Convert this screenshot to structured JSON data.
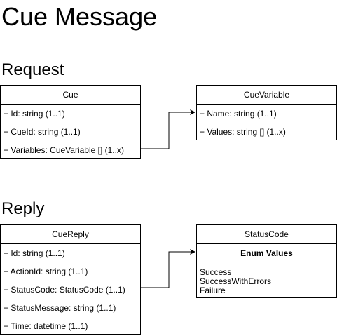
{
  "title": "Cue Message",
  "request": {
    "heading": "Request",
    "cue": {
      "name": "Cue",
      "fields": [
        "+ Id: string (1..1)",
        "+ CueId: string (1..1)",
        "+ Variables: CueVariable [] (1..x)"
      ]
    },
    "cue_variable": {
      "name": "CueVariable",
      "fields": [
        "+ Name: string (1..1)",
        "+ Values: string [] (1..x)"
      ]
    }
  },
  "reply": {
    "heading": "Reply",
    "cue_reply": {
      "name": "CueReply",
      "fields": [
        "+ Id: string (1..1)",
        "+ ActionId: string (1..1)",
        "+ StatusCode: StatusCode (1..1)",
        "+ StatusMessage: string (1..1)",
        "+ Time: datetime (1..1)"
      ]
    },
    "status_code": {
      "name": "StatusCode",
      "enum_heading": "Enum Values",
      "values": [
        "Success",
        "SuccessWithErrors",
        "Failure"
      ]
    }
  }
}
